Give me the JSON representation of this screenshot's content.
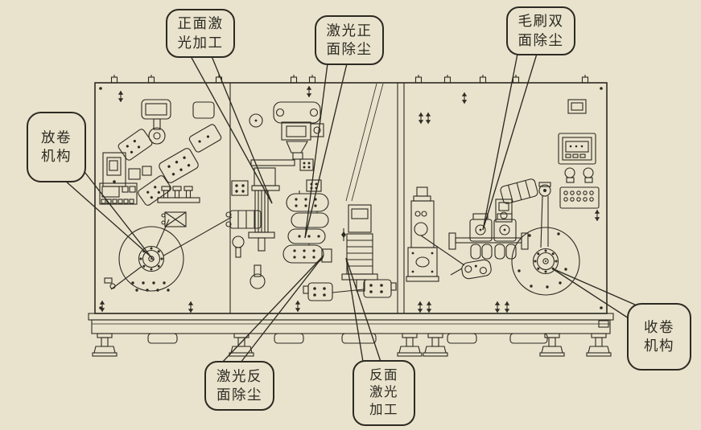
{
  "colors": {
    "background": "#e9e3cd",
    "line": "#2c2a22"
  },
  "callouts": {
    "front_laser": {
      "name": "front-side laser processing",
      "lines": [
        "正面激",
        "光加工"
      ]
    },
    "laser_front_dust": {
      "name": "laser front-side dust removal",
      "lines": [
        "激光正",
        "面除尘"
      ]
    },
    "brush_dual_dust": {
      "name": "brush double-side dust removal",
      "lines": [
        "毛刷双",
        "面除尘"
      ]
    },
    "unwind": {
      "name": "unwinding mechanism",
      "lines": [
        "放卷",
        "机构"
      ]
    },
    "rewind": {
      "name": "rewinding mechanism",
      "lines": [
        "收卷",
        "机构"
      ]
    },
    "laser_back_dust": {
      "name": "laser back-side dust removal",
      "lines": [
        "激光反",
        "面除尘"
      ]
    },
    "back_laser": {
      "name": "back-side laser processing",
      "lines": [
        "反面",
        "激光",
        "加工"
      ]
    }
  }
}
